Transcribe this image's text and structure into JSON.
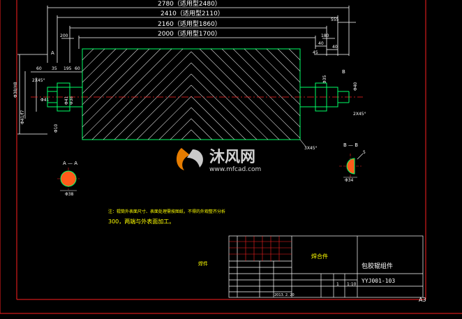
{
  "colors": {
    "background": "#000000",
    "frame": "#ff2020",
    "dimension": "#ffffff",
    "part_outline": "#00ff66",
    "hatch": "#d8d8d8",
    "centerline": "#ff2020",
    "note_text": "#ffff00",
    "table_text": "#ffffff",
    "watermark": "#e0e0e0",
    "watermark_accent": "#ff8a00",
    "section_fill": "#ff5b1a"
  },
  "dimensions": {
    "d2780": "2780（适用型2480）",
    "d2410": "2410（适用型2110）",
    "d2160": "2160（适用型1860）",
    "d2000": "2000（适用型1700）",
    "left_200": "200",
    "right_180": "180",
    "right_555": "555",
    "right_40a": "40",
    "right_40b": "40",
    "right_45": "45",
    "left_l1": "60",
    "left_l2": "35",
    "left_l3": "195",
    "left_l4": "60",
    "chamfer_left": "2X45°",
    "chamfer_right": "2X45°",
    "chamfer_bottom": "3X45°",
    "diameter_main": "Φ10",
    "diameter_left": "Φ41",
    "section_aa": "A — A",
    "section_bb": "B — B",
    "section_marker_a": "A",
    "section_marker_b": "B",
    "section_aa_dim": "Φ38",
    "section_bb_dim": "Φ34",
    "section_bb_side": "5",
    "vertical_dims": [
      "Φ38/H8",
      "Φ41/f7",
      "Φ41",
      "Φ38",
      "Φ35",
      "Φ40"
    ]
  },
  "notes": {
    "line1": "注：辊筒外表面尺寸、表面处理需按图纸，不得的外观整齐分析",
    "line2": "300，两端与外表面加工。"
  },
  "title_block": {
    "name": "焊合件",
    "part_name": "包胶辊组件",
    "drawing_no": "YYJ001-103",
    "scale": "1:10",
    "sheet": "1",
    "date": "2013. 2. 20",
    "left_label": "焊件",
    "sheet_size": "A3"
  },
  "watermark": {
    "brand": "沐风网",
    "url": "www.mfcad.com"
  }
}
